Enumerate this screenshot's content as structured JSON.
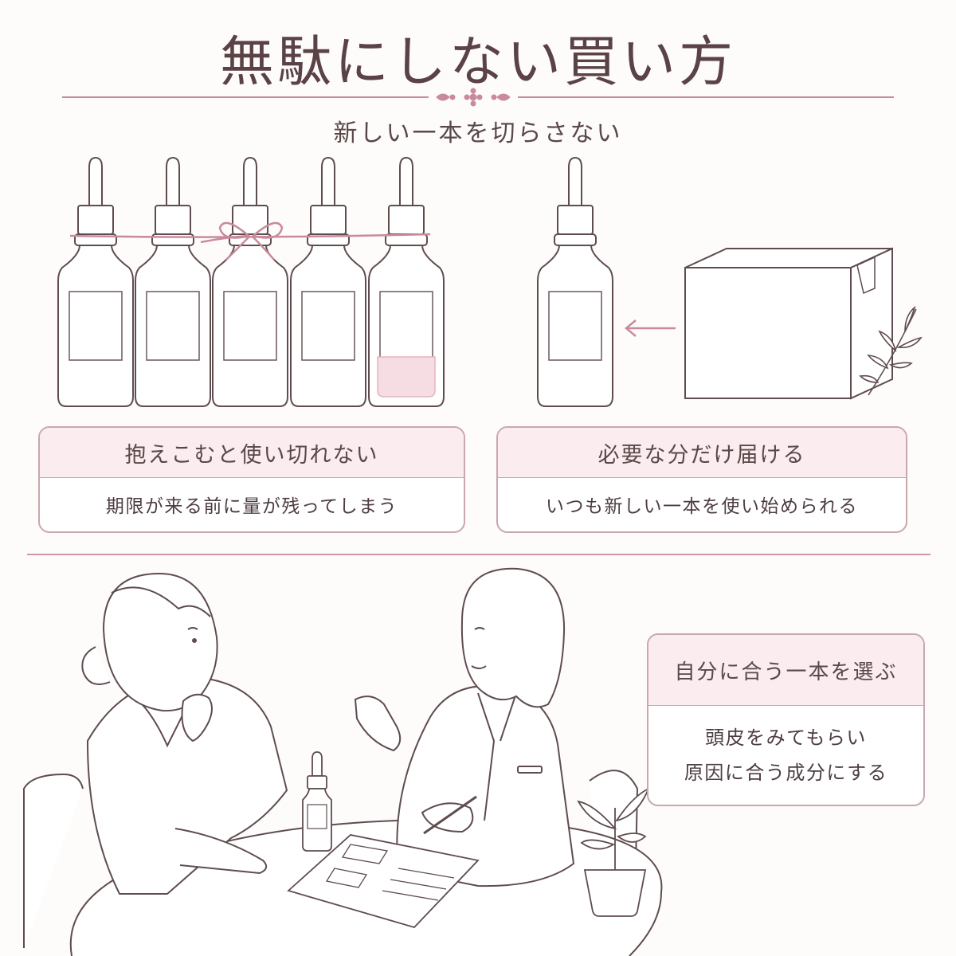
{
  "title": "無駄にしない買い方",
  "subtitle": "新しい一本を切らさない",
  "left_panel": {
    "heading": "抱えこむと使い切れない",
    "body": "期限が来る前に量が残ってしまう"
  },
  "right_panel": {
    "heading": "必要な分だけ届ける",
    "body": "いつも新しい一本を使い始められる"
  },
  "consult_panel": {
    "heading": "自分に合う一本を選ぶ",
    "lines": [
      "頭皮をみてもらい",
      "原因に合う成分にする"
    ]
  },
  "colors": {
    "accent": "#c98a9c",
    "line": "#5f4c4f",
    "box_head": "#fbecef",
    "box_border": "#c9a7ae"
  },
  "icons": [
    "dropper-bottle-icon",
    "ribbon-bow-icon",
    "cardboard-box-icon",
    "left-arrow-icon",
    "leaf-sprig-icon",
    "potted-plant-icon"
  ]
}
